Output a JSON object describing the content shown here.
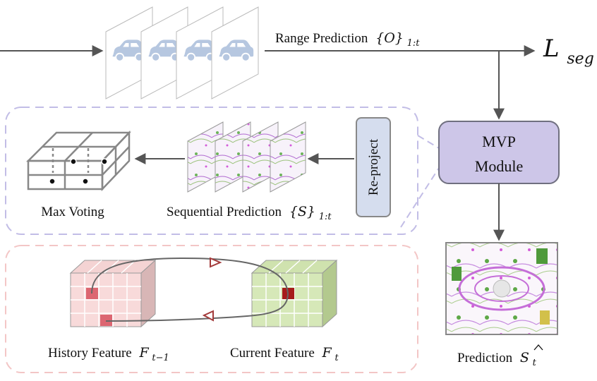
{
  "top": {
    "range_label": "Range Prediction",
    "range_set": "{O}",
    "range_sub": "1:t",
    "loss_main": "L",
    "loss_sub": "seg"
  },
  "mvp": {
    "line1": "MVP",
    "line2": "Module"
  },
  "reproject": {
    "label": "Re-project"
  },
  "voting": {
    "max_voting_label": "Max Voting",
    "seq_label": "Sequential Prediction",
    "seq_set": "{S}",
    "seq_sub": "1:t"
  },
  "features": {
    "history_label": "History Feature",
    "history_var": "F",
    "history_sub": "t−1",
    "current_label": "Current Feature",
    "current_var": "F",
    "current_sub": "t"
  },
  "prediction": {
    "label": "Prediction",
    "var": "S",
    "sub": "t"
  },
  "colors": {
    "mvp_fill": "#cdc6e8",
    "mvp_border": "#6f6f7f",
    "reproject_fill": "#d5ddee",
    "purple_dash": "#c2bde6",
    "red_dash": "#f3c6c6",
    "history_fill": "#f8dada",
    "history_highlight": "#dc6671",
    "current_fill": "#d6e8b8",
    "current_highlight": "#a61b1b",
    "arrow_red": "#a33a3a"
  }
}
